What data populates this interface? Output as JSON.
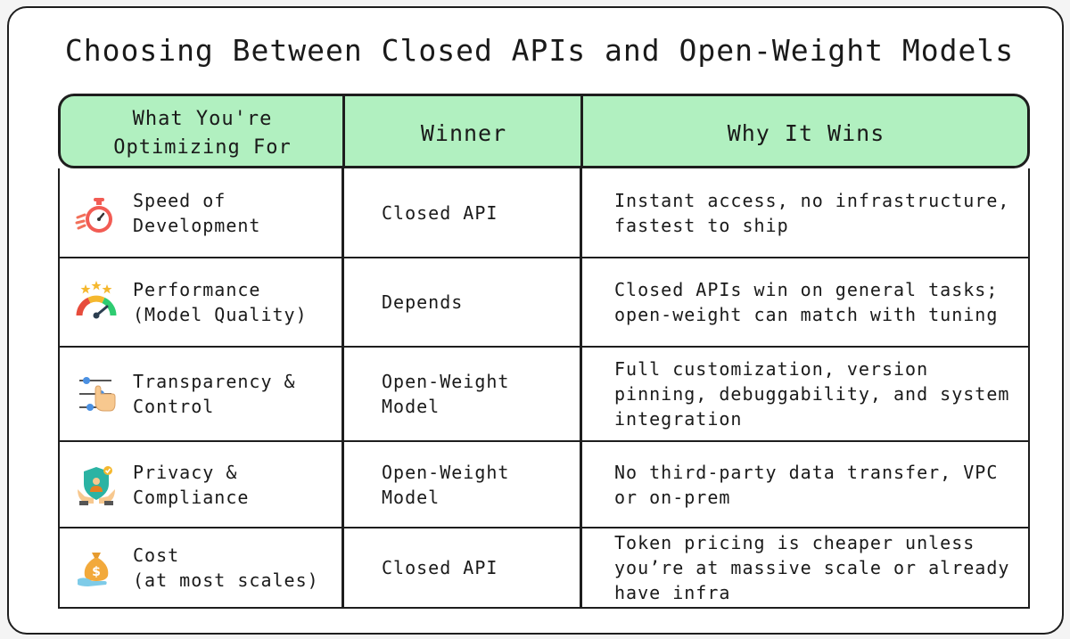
{
  "title": "Choosing Between Closed APIs and Open-Weight Models",
  "headers": {
    "factor": "What You're Optimizing For",
    "winner": "Winner",
    "why": "Why It Wins"
  },
  "rows": [
    {
      "factor": "Speed of\nDevelopment",
      "icon": "stopwatch-icon",
      "winner": "Closed API",
      "why": "Instant access, no infrastructure, fastest to ship"
    },
    {
      "factor": "Performance\n(Model Quality)",
      "icon": "gauge-rating-icon",
      "winner": "Depends",
      "why": "Closed APIs win on general tasks; open-weight can match with tuning"
    },
    {
      "factor": "Transparency &\nControl",
      "icon": "sliders-control-icon",
      "winner": "Open-Weight\nModel",
      "why": "Full customization, version pinning, debuggability, and system integration"
    },
    {
      "factor": "Privacy &\nCompliance",
      "icon": "shield-privacy-icon",
      "winner": "Open-Weight\nModel",
      "why": "No third-party data transfer, VPC or on-prem"
    },
    {
      "factor": "Cost\n(at most scales)",
      "icon": "money-bag-icon",
      "winner": "Closed API",
      "why": "Token pricing is cheaper unless you’re at massive scale or already have infra"
    }
  ],
  "colors": {
    "header_fill": "#b1f0c0",
    "border": "#1e1e1e"
  }
}
